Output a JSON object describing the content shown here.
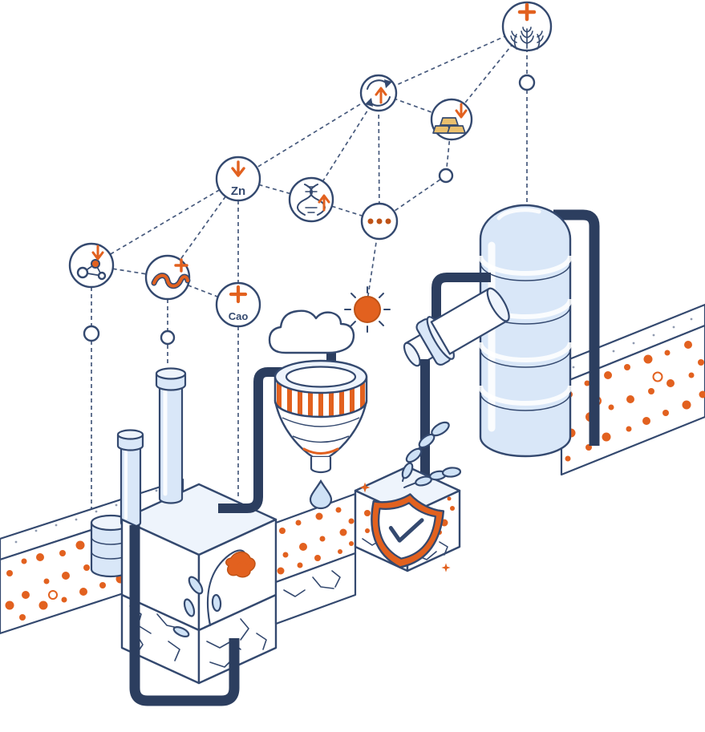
{
  "labels": {
    "zn": "Zn",
    "cao": "Cao"
  },
  "colors": {
    "navy": "#34496f",
    "pipe": "#2c3e5f",
    "orange": "#e2611f",
    "orangedark": "#bf5317",
    "bluelight": "#d9e7f8",
    "bluepale": "#eef4fc",
    "bluesoft": "#cfe2f6",
    "gold": "#eabf6d",
    "bg": "#ffffff"
  },
  "icons": {
    "wheat-plus-icon": "wheat ears with plus sign",
    "cycle-up-icon": "circular arrows with orange up arrow",
    "gold-bars-down-icon": "gold ingots with orange down arrow",
    "zinc-down-icon": "orange down arrow with Zn label",
    "dna-up-icon": "DNA helix with orange up arrow",
    "ellipsis-icon": "three dots",
    "molecule-down-icon": "molecule with orange down arrow",
    "worm-plus-icon": "worm with orange plus sign",
    "cao-plus-icon": "orange plus with Cao label",
    "cloud-icon": "cloud",
    "sun-icon": "orange sun with rays",
    "shield-check-icon": "orange shield with checkmark",
    "water-drop-icon": "falling water drop"
  }
}
